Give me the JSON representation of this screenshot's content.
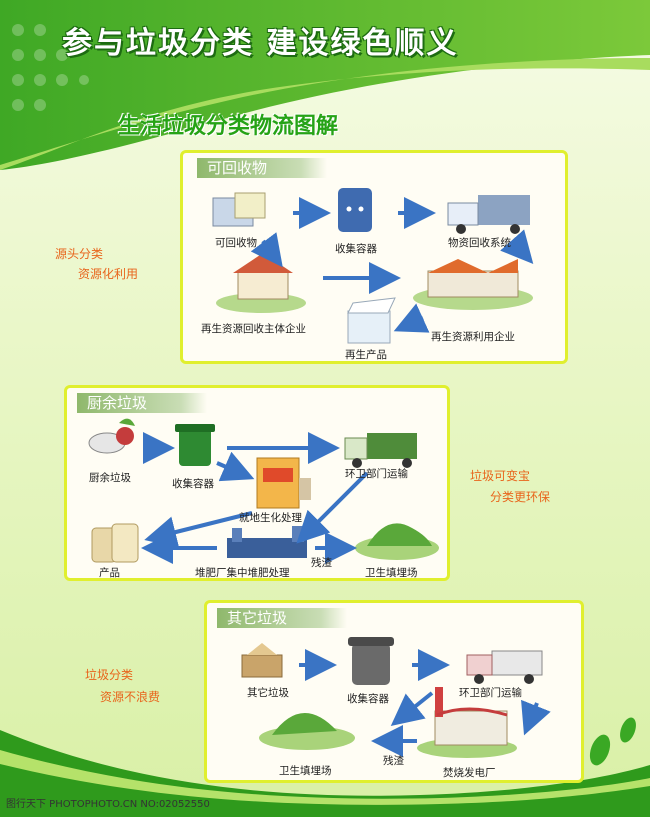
{
  "header": {
    "title": "参与垃圾分类 建设绿色顺义",
    "subtitle": "生活垃圾分类物流图解"
  },
  "recyclable": {
    "tab": "可回收物",
    "labels": [
      "可回收物",
      "收集容器",
      "物资回收系统",
      "再生资源回收主体企业",
      "再生资源利用企业",
      "再生产品"
    ]
  },
  "kitchen": {
    "tab": "厨余垃圾",
    "labels": [
      "厨余垃圾",
      "收集容器",
      "环卫部门运输",
      "就地生化处理",
      "产品",
      "堆肥厂集中堆肥处理",
      "残渣",
      "卫生填埋场"
    ]
  },
  "other": {
    "tab": "其它垃圾",
    "labels": [
      "其它垃圾",
      "收集容器",
      "环卫部门运输",
      "卫生填埋场",
      "残渣",
      "焚烧发电厂"
    ]
  },
  "slogans": {
    "s1a": "源头分类",
    "s1b": "资源化利用",
    "s2a": "垃圾可变宝",
    "s2b": "分类更环保",
    "s3a": "垃圾分类",
    "s3b": "资源不浪费"
  },
  "footer": "图行天下 PHOTOPHOTO.CN NO:02052550",
  "colors": {
    "green": "#2f9a1c",
    "arrow": "#3a74c4",
    "border": "#e0ef2e",
    "slogan": "#e8651c"
  }
}
